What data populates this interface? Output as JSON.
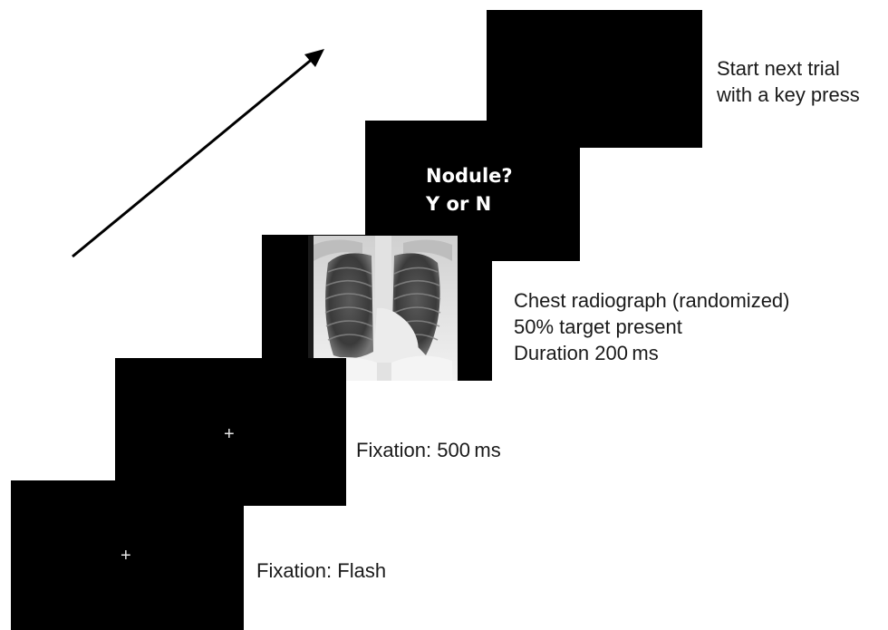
{
  "colors": {
    "screen": "#000000",
    "cross": "#e6e6e6",
    "prompt_text": "#ffffff",
    "label_text": "#1a1a1a"
  },
  "frames": [
    {
      "id": "fixation-flash",
      "content": "cross",
      "label": [
        "Fixation: Flash"
      ]
    },
    {
      "id": "fixation-500",
      "content": "cross",
      "label": [
        "Fixation: 500 ms"
      ]
    },
    {
      "id": "radiograph",
      "content": "chest-radiograph-image",
      "label": [
        "Chest radiograph (randomized)",
        "50% target present",
        "Duration 200 ms"
      ]
    },
    {
      "id": "response",
      "content": "prompt",
      "prompt": [
        "Nodule?",
        "Y or N"
      ]
    },
    {
      "id": "next-trial",
      "content": "blank",
      "label": [
        "Start next trial",
        "with a key press"
      ]
    }
  ],
  "cross_symbol": "+",
  "arrow": "time-progression-arrow"
}
